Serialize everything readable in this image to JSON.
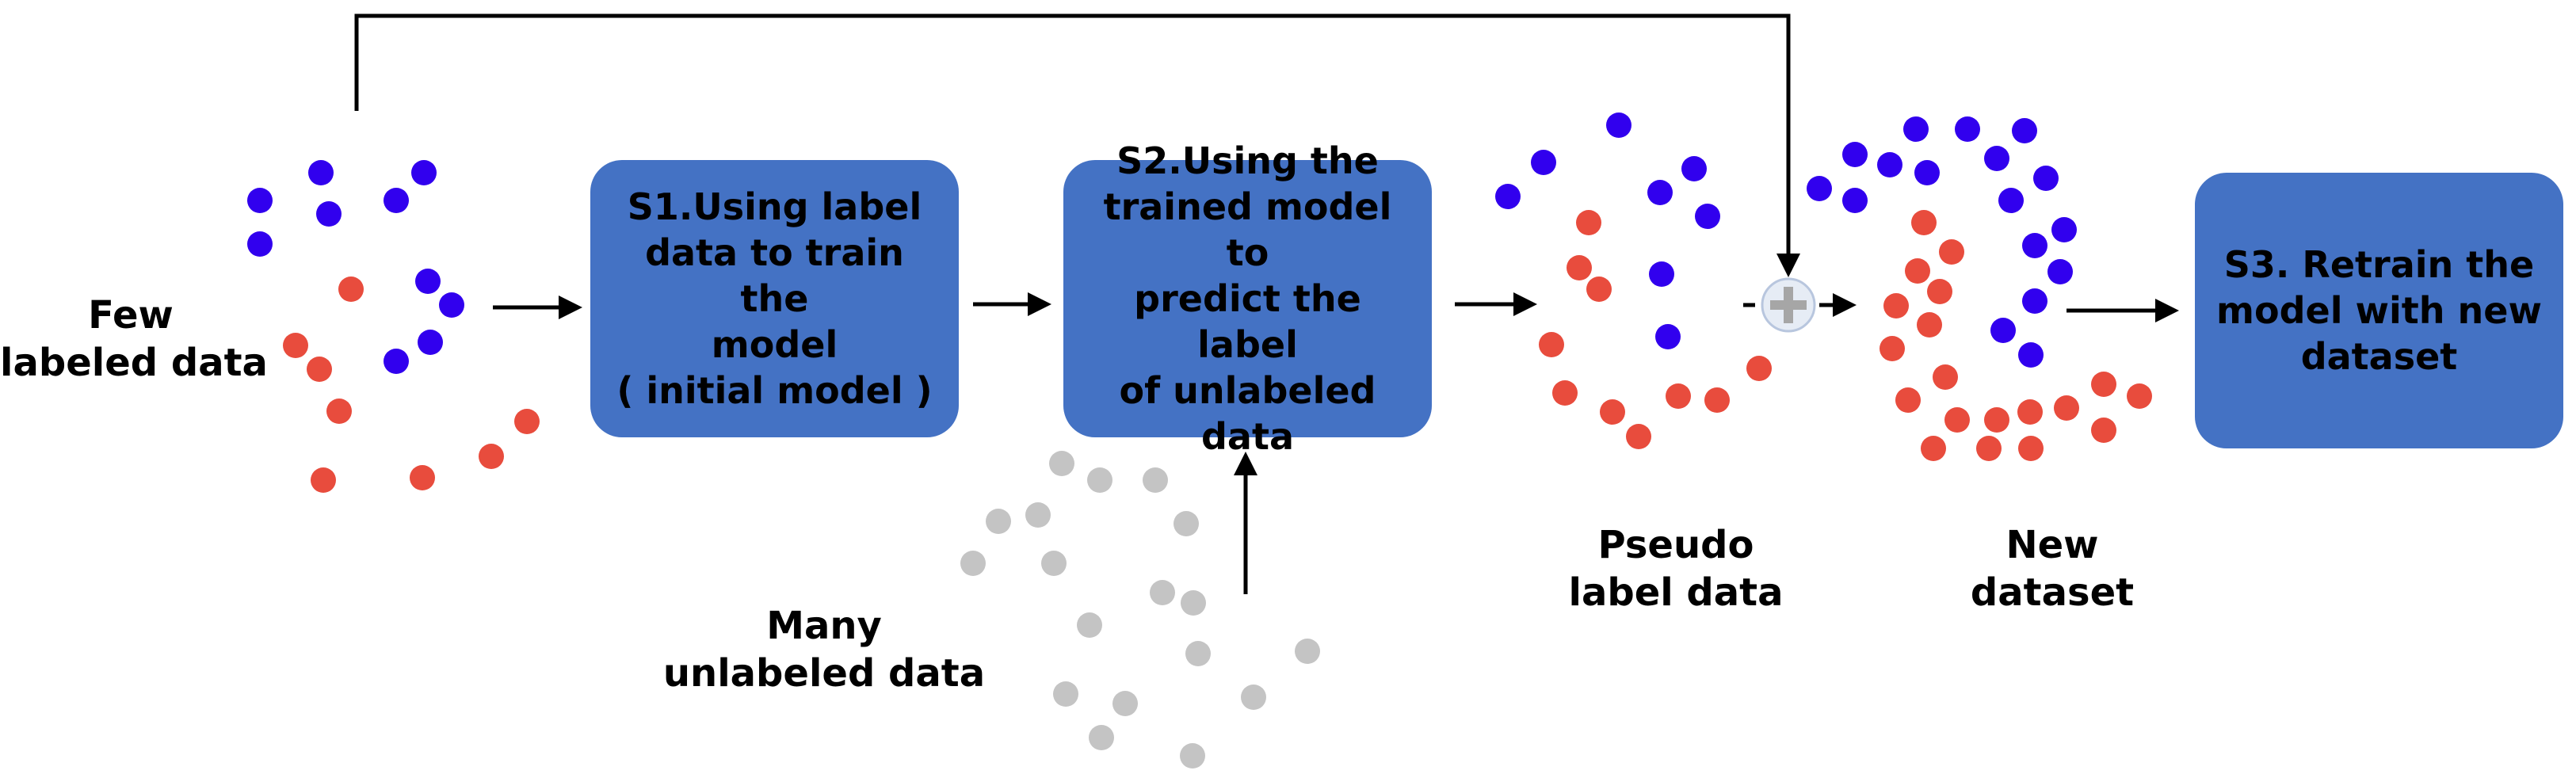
{
  "colors": {
    "box_fill": "#4472c4",
    "class_a": "#3100ee",
    "class_b": "#e84c3d",
    "unlabeled": "#c4c4c4",
    "arrow": "#000000",
    "plus_fill": "#e6ecf5",
    "plus_sign": "#a6a6a6"
  },
  "steps": {
    "s1": [
      "S1.Using label",
      "data to train the",
      "model",
      "( initial model )"
    ],
    "s2": [
      "S2.Using the",
      "trained model to",
      "predict the label",
      "of unlabeled",
      "data"
    ],
    "s3": [
      "S3. Retrain the",
      "model with new",
      "dataset"
    ]
  },
  "labels": {
    "few_labeled": [
      "Few",
      "labeled data"
    ],
    "many_unlabeled": [
      "Many",
      "unlabeled data"
    ],
    "pseudo": [
      "Pseudo",
      "label data"
    ],
    "new_dataset": [
      "New",
      "dataset"
    ]
  },
  "icons": {
    "combine": "plus-circle-icon"
  }
}
